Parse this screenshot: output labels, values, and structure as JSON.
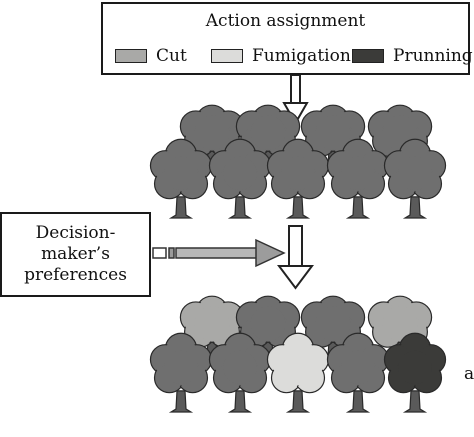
{
  "legend": {
    "title": "Action assignment",
    "items": [
      {
        "label": "Cut",
        "color": "#a9a9a7"
      },
      {
        "label": "Fumigation",
        "color": "#dcdcda"
      },
      {
        "label": "Prunning.",
        "color": "#3b3b39"
      }
    ]
  },
  "decision_maker": {
    "lines": [
      "Decision-",
      "maker’s",
      "preferences"
    ]
  },
  "side_letter": "a",
  "colors": {
    "tree_default": "#6f6f6f",
    "tree_cut": "#a9a9a7",
    "tree_fumigation": "#dcdcda",
    "tree_prunning": "#3b3b39",
    "trunk": "#5a5a5a",
    "outline": "#2a2a2a"
  },
  "forests": {
    "top": [
      "default",
      "default",
      "default",
      "default",
      "default",
      "default",
      "default",
      "default",
      "default"
    ],
    "bottom": [
      "cut",
      "default",
      "default",
      "cut",
      "default",
      "default",
      "fumigation",
      "default",
      "prunning"
    ]
  }
}
